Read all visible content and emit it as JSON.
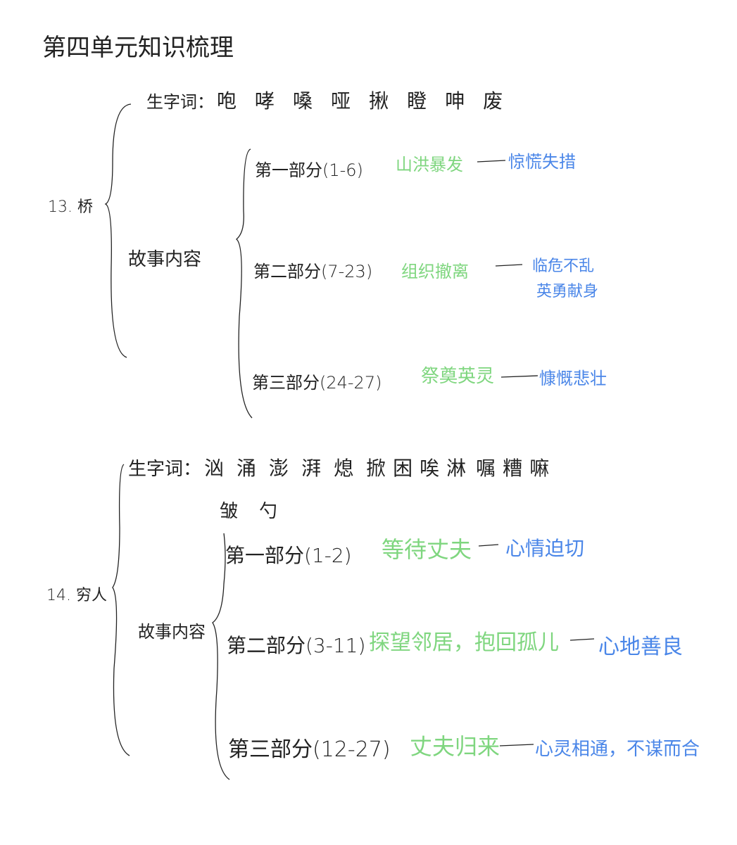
{
  "title": "第四单元知识梳理",
  "lessons": [
    {
      "name": "13. 桥",
      "vocab_label": "生字词：",
      "vocab": [
        "咆",
        "哮",
        "嗓",
        "哑",
        "揪",
        "瞪",
        "呻",
        "废"
      ],
      "story_label": "故事内容",
      "parts": [
        {
          "label": "第一部分(1-6)",
          "summary": "山洪暴发",
          "feeling": "惊慌失措",
          "feeling2": null
        },
        {
          "label": "第二部分(7-23)",
          "summary": "组织撤离",
          "feeling": "临危不乱",
          "feeling2": "英勇献身"
        },
        {
          "label": "第三部分(24-27)",
          "summary": "祭奠英灵",
          "feeling": "慷慨悲壮",
          "feeling2": null
        }
      ]
    },
    {
      "name": "14. 穷人",
      "vocab_label": "生字词：",
      "vocab": [
        "汹",
        "涌",
        "澎",
        "湃",
        "熄",
        "掀",
        "困",
        "唉",
        "淋",
        "嘱",
        "糟",
        "嘛"
      ],
      "vocab_line2": [
        "皱",
        "勺"
      ],
      "story_label": "故事内容",
      "parts": [
        {
          "label": "第一部分(1-2)",
          "summary": "等待丈夫",
          "feeling": "心情迫切"
        },
        {
          "label": "第二部分(3-11)",
          "summary": "探望邻居，抱回孤儿",
          "feeling": "心地善良"
        },
        {
          "label": "第三部分(12-27)",
          "summary": "丈夫归来",
          "feeling": "心灵相通，不谋而合"
        }
      ]
    }
  ],
  "colors": {
    "summary": "#7fd67f",
    "feeling": "#4a86e8",
    "ink": "#222222"
  }
}
